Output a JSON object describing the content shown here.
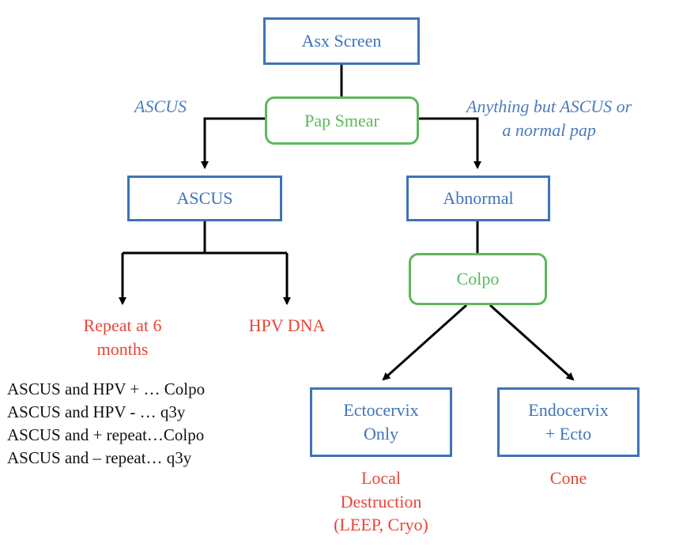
{
  "nodes": {
    "asx_screen": "Asx Screen",
    "pap_smear": "Pap Smear",
    "ascus_box": "ASCUS",
    "abnormal": "Abnormal",
    "colpo": "Colpo",
    "ectocervix": [
      "Ectocervix",
      "Only"
    ],
    "endocervix": [
      "Endocervix",
      "+ Ecto"
    ]
  },
  "edge_labels": {
    "ascus": "ASCUS",
    "anything_but": [
      "Anything but ASCUS or",
      "a normal pap"
    ]
  },
  "outcomes": {
    "repeat": [
      "Repeat at 6",
      "months"
    ],
    "hpv_dna": "HPV DNA",
    "local_destruction": [
      "Local",
      "Destruction",
      "(LEEP, Cryo)"
    ],
    "cone": "Cone"
  },
  "notes": [
    "ASCUS and HPV + … Colpo",
    "ASCUS and HPV - … q3y",
    "ASCUS and + repeat…Colpo",
    "ASCUS and – repeat… q3y"
  ],
  "colors": {
    "box_blue": "#3f73b8",
    "box_green": "#5cb85c",
    "label_blue": "#4a7cc0",
    "outcome_red": "#e8463a",
    "line": "#000000"
  }
}
